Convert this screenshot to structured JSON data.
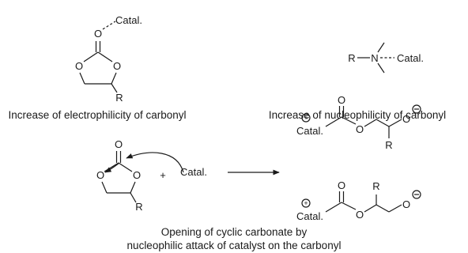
{
  "panel_a": {
    "atoms": {
      "carbonyl_o": "O",
      "catal": "Catal.",
      "ring_o_left": "O",
      "ring_o_right": "O",
      "substituent": "R"
    },
    "caption": "Increase of electrophilicity of carbonyl"
  },
  "panel_b": {
    "atoms": {
      "r": "R",
      "n": "N",
      "catal": "Catal."
    },
    "caption": "Increase of nucleophilicity of carbonyl"
  },
  "panel_c": {
    "reactant": {
      "carbonyl_o": "O",
      "ring_o_left": "O",
      "ring_o_right": "O",
      "substituent": "R"
    },
    "plus": "+",
    "catalyst": "Catal.",
    "product_1": {
      "catal": "Catal.",
      "carbonyl_o": "O",
      "ether_o": "O",
      "alkoxide_o": "O",
      "substituent": "R"
    },
    "product_2": {
      "catal": "Catal.",
      "carbonyl_o": "O",
      "ether_o": "O",
      "alkoxide_o": "O",
      "substituent": "R"
    },
    "caption_line1": "Opening of cyclic carbonate by",
    "caption_line2": "nucleophilic attack of catalyst on the carbonyl"
  }
}
